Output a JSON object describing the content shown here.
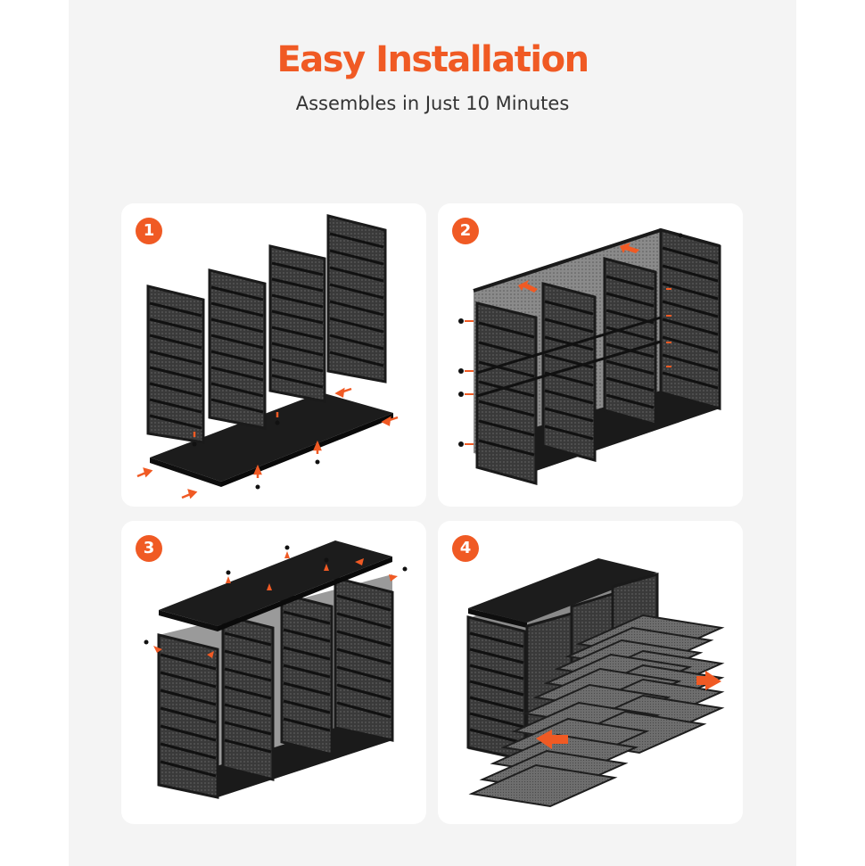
{
  "header": {
    "title": "Easy Installation",
    "subtitle": "Assembles in Just 10 Minutes"
  },
  "steps": [
    {
      "number": "1"
    },
    {
      "number": "2"
    },
    {
      "number": "3"
    },
    {
      "number": "4"
    }
  ],
  "colors": {
    "accent": "#f05a24",
    "frame": "#1e1e1e",
    "panel": "#2a2a2a",
    "mesh": "#5a5a5a",
    "card": "#ffffff",
    "background": "#f4f4f4"
  }
}
